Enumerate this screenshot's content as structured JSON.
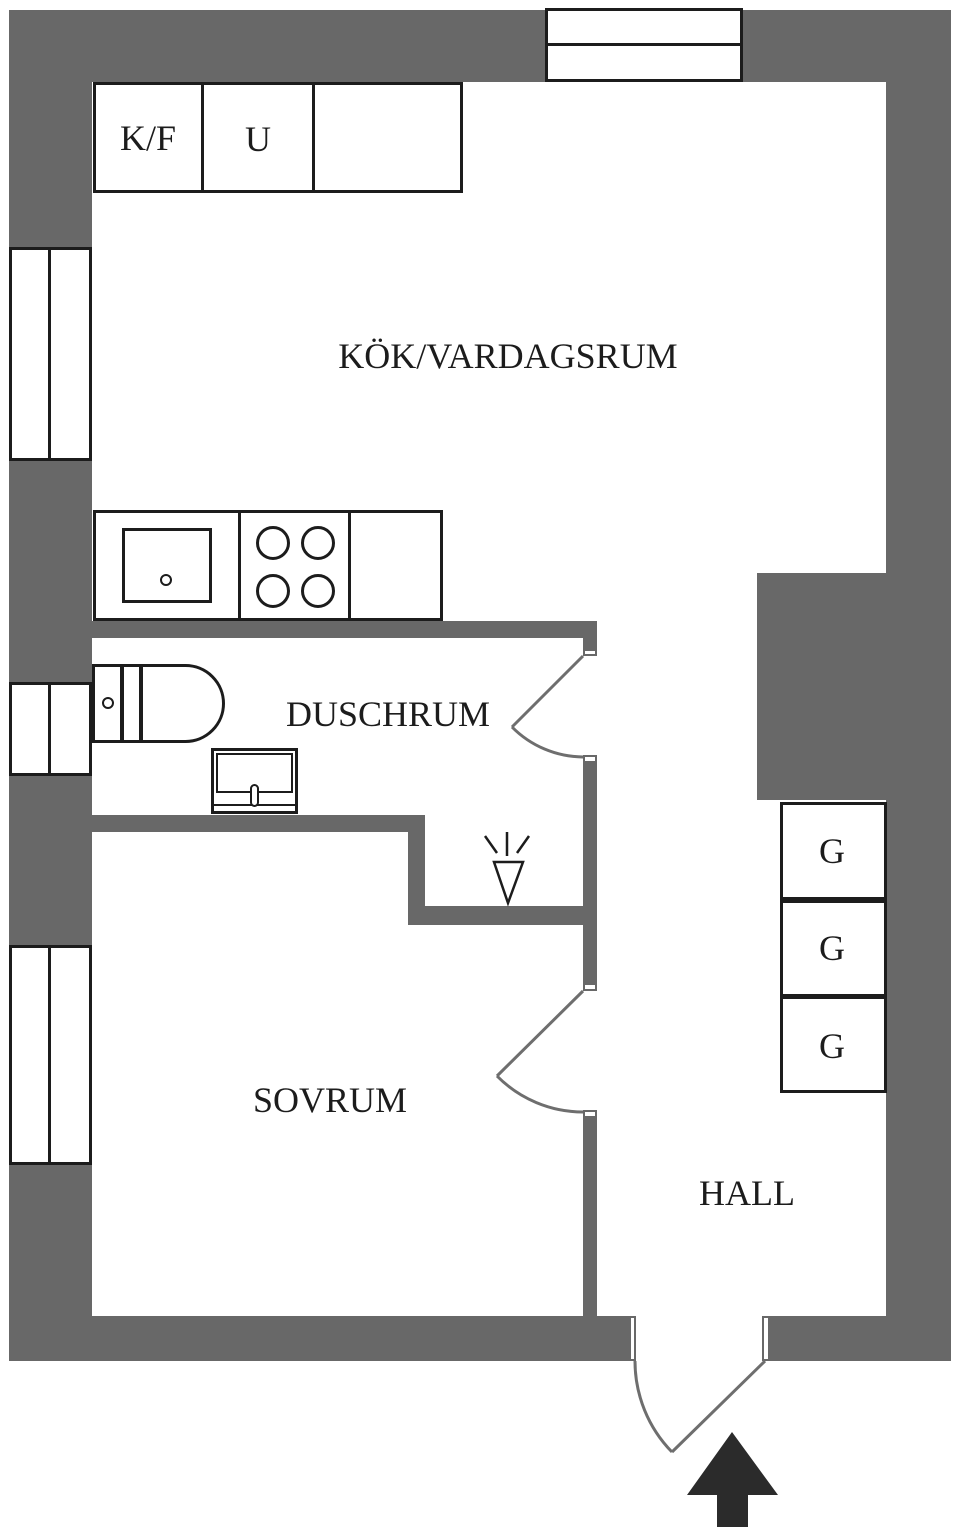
{
  "plan": {
    "rooms": {
      "kitchen_living": "KÖK/VARDAGSRUM",
      "shower_room": "DUSCHRUM",
      "bedroom": "SOVRUM",
      "hall": "HALL"
    },
    "units": {
      "fridge_freezer": "K/F",
      "appliance_u": "U"
    },
    "wardrobes": {
      "g1": "G",
      "g2": "G",
      "g3": "G"
    },
    "icons": {
      "shower": "shower-head-icon",
      "entrance_arrow": "entrance-arrow-icon",
      "toilet": "toilet-icon",
      "washbasin": "washbasin-icon",
      "kitchen_sink": "kitchen-sink-icon",
      "stove": "stove-burners-icon",
      "windows": "window-icon",
      "doors": "door-swing-icon"
    },
    "colors": {
      "wall": "#686868",
      "line": "#1c1c1c",
      "door": "#6e6e6e",
      "arrow": "#2b2b2b",
      "background": "#ffffff"
    }
  }
}
